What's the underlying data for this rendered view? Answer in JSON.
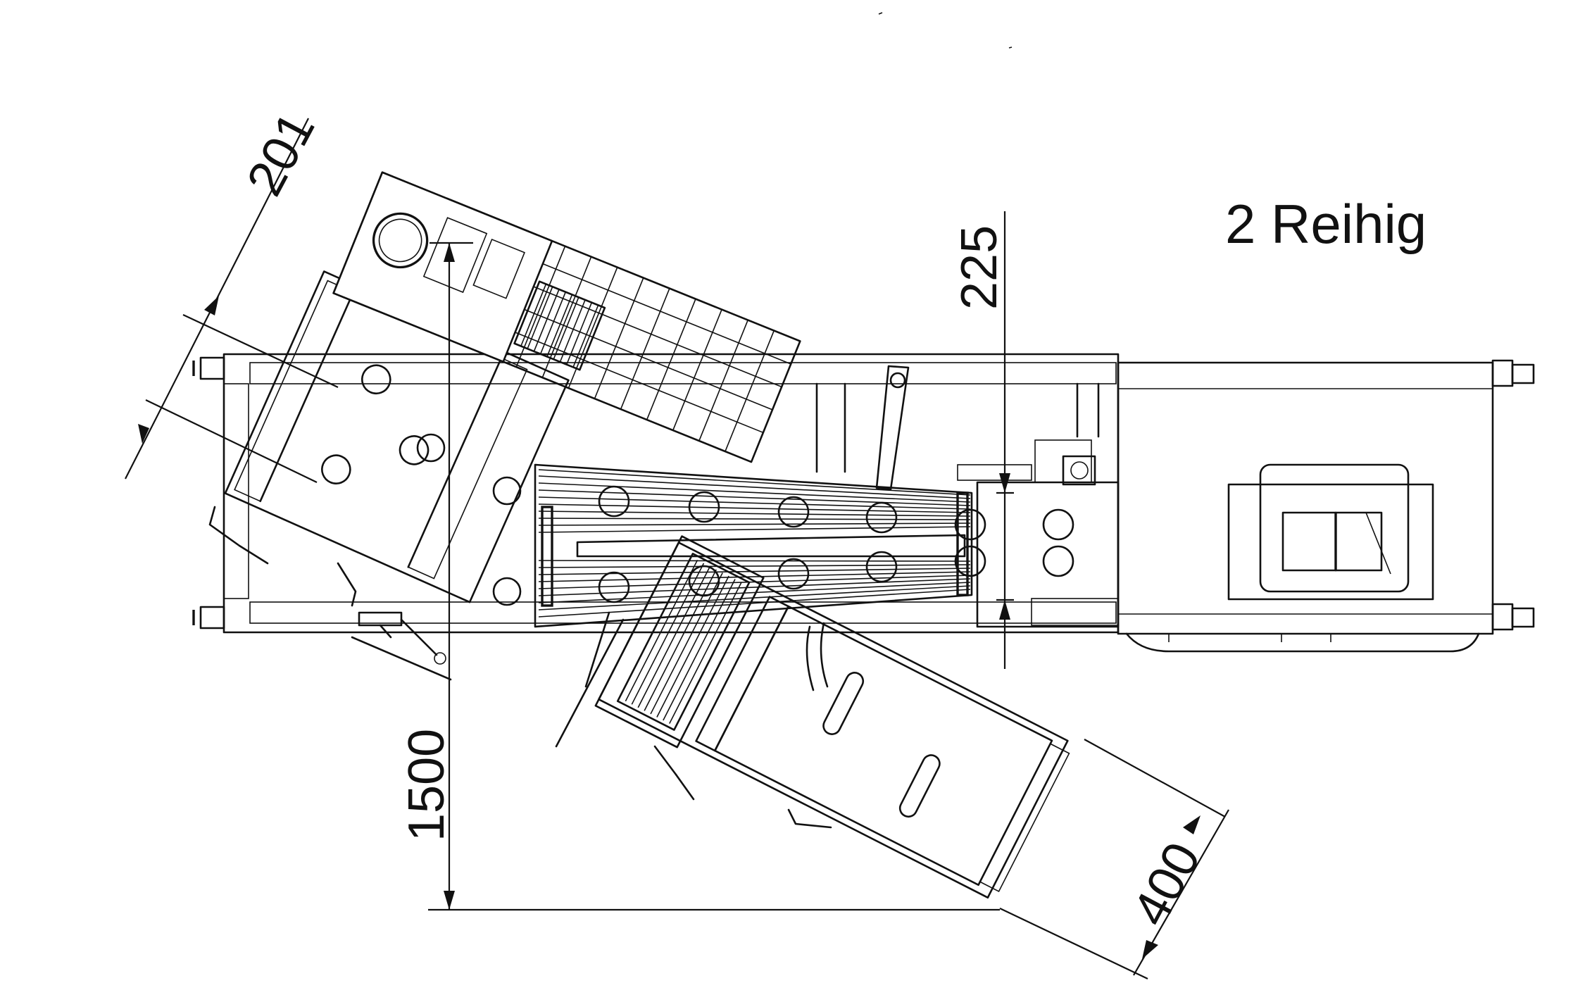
{
  "drawing": {
    "title": "2 Reihig",
    "dimensions": {
      "d201": "201",
      "d225": "225",
      "d1500": "1500",
      "d400": "400"
    },
    "line_color": "#111111",
    "background": "#ffffff"
  }
}
